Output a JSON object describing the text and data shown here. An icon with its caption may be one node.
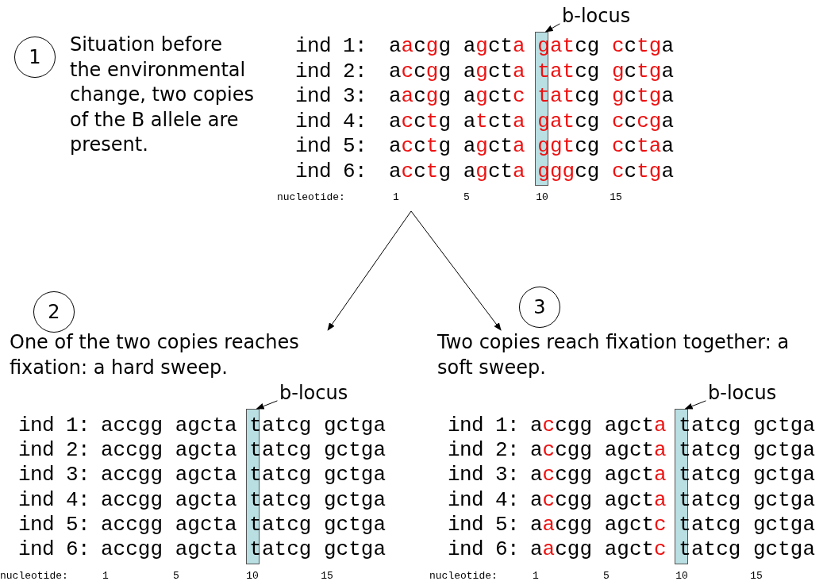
{
  "diagram": {
    "nodes": [
      {
        "text": [
          "1"
        ]
      },
      {
        "text": [
          "Situation before the environmental change, two copies of the B allele are present."
        ]
      },
      {
        "text": [
          "b-locus"
        ]
      },
      {
        "text": [],
        "shape": "box"
      },
      {
        "text": [
          "2"
        ]
      },
      {
        "text": [
          "One of the two copies reaches fixation: a hard sweep."
        ]
      },
      {
        "text": [
          "b-locus"
        ]
      },
      {
        "text": [],
        "shape": "box"
      },
      {
        "text": [
          "3"
        ]
      },
      {
        "text": [
          "Two copies reach fixation together: a soft sweep."
        ]
      },
      {
        "text": [
          "b-locus"
        ]
      },
      {
        "text": [],
        "shape": "box"
      }
    ],
    "edges": [
      {
        "from": 2,
        "to": 3,
        "arrow": "to"
      },
      {
        "from": null,
        "to": 5,
        "arrow": "to"
      },
      {
        "from": null,
        "to": 9,
        "arrow": "to"
      },
      {
        "from": 6,
        "to": 7,
        "arrow": "to"
      },
      {
        "from": 10,
        "to": 11,
        "arrow": "to"
      }
    ],
    "labels": [
      "ind 1:",
      "aacgg agcta gatcg cctga",
      "ind 2:",
      "accgg agcta tatcg gctga",
      "ind 3:",
      "aacgg agctc tatcg gctga",
      "ind 4:",
      "acctg atcta gatcg cccga",
      "ind 5:",
      "acctg agcta ggtcg cctaa",
      "ind 6:",
      "acctg agcta gggcg cctga",
      "nucleotide:",
      "1",
      "5",
      "10",
      "15",
      "ind 1:",
      "accgg agcta tatcg gctga",
      "ind 2:",
      "accgg agcta tatcg gctga",
      "ind 3:",
      "accgg agcta tatcg gctga",
      "ind 4:",
      "accgg agcta tatcg gctga",
      "ind 5:",
      "accgg agcta tatcg gctga",
      "ind 6:",
      "accgg agcta tatcg gctga",
      "nucleotide:",
      "1",
      "5",
      "10",
      "15",
      "ind 1:",
      "accgg agcta tatcg gctga",
      "ind 2:",
      "accgg agcta tatcg gctga",
      "ind 3:",
      "accgg agcta tatcg gctga",
      "ind 4:",
      "accgg agcta tatcg gctga",
      "ind 5:",
      "aacgg agctc tatcg gctga",
      "ind 6:",
      "aacgg agctc tatcg gctga",
      "nucleotide:",
      "1",
      "5",
      "10",
      "15"
    ]
  }
}
